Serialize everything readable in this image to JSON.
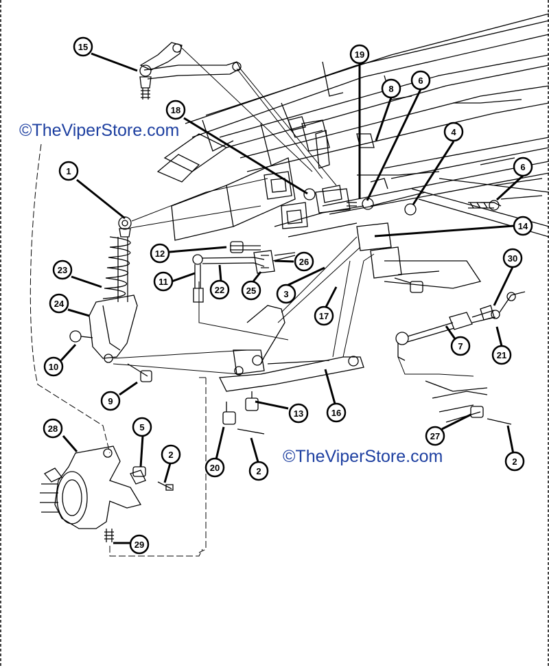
{
  "watermarks": [
    "©TheViperStore.com",
    "©TheViperStore.com"
  ],
  "callouts": [
    "15",
    "19",
    "8",
    "6",
    "18",
    "4",
    "6",
    "1",
    "14",
    "12",
    "26",
    "30",
    "11",
    "22",
    "25",
    "3",
    "23",
    "17",
    "24",
    "7",
    "10",
    "21",
    "9",
    "13",
    "16",
    "28",
    "5",
    "2",
    "27",
    "2",
    "20",
    "2",
    "29"
  ],
  "colors": {
    "ink": "#000000",
    "paper": "#ffffff",
    "watermark": "#1d3fa0"
  }
}
